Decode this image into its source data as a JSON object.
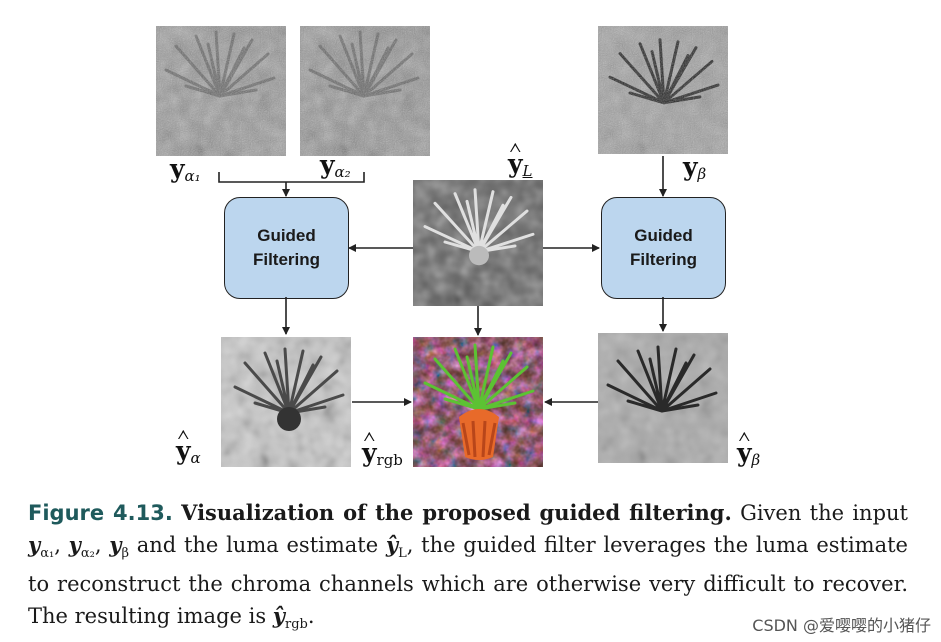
{
  "labels": {
    "y_alpha1": {
      "base": "y",
      "sub": "α₁"
    },
    "y_alpha2": {
      "base": "y",
      "sub": "α₂"
    },
    "y_L": {
      "base": "y",
      "sub": "L"
    },
    "y_beta": {
      "base": "y",
      "sub": "β"
    },
    "yhat_alpha": {
      "base": "y",
      "sub": "α"
    },
    "yhat_rgb": {
      "base": "y",
      "sub": "rgb"
    },
    "yhat_beta": {
      "base": "y",
      "sub": "β"
    }
  },
  "nodes": {
    "guided_left": {
      "line1": "Guided",
      "line2": "Filtering"
    },
    "guided_right": {
      "line1": "Guided",
      "line2": "Filtering"
    }
  },
  "caption": {
    "fig_label": "Figure 4.13.",
    "title": "Visualization of the proposed guided filtering.",
    "body_1": "Given the input",
    "var_a1": "y",
    "sub_a1": "α₁",
    "var_a2": "y",
    "sub_a2": "α₂",
    "var_b": "y",
    "sub_b": "β",
    "body_2": "and the luma estimate",
    "var_L": "ŷ",
    "sub_L": "L",
    "body_3": ", the guided filter leverages the luma estimate to reconstruct the chroma channels which are otherwise very difficult to recover. The resulting image is",
    "var_rgb": "ŷ",
    "sub_rgb": "rgb",
    "body_4": "."
  },
  "watermark": "CSDN @爱嘤嘤的小猪仔",
  "colors": {
    "box_fill": "#bcd6ee",
    "figure_label": "#1f5a5c",
    "arrow": "#222222"
  },
  "icons": {
    "noisy_flower_images": "noisy-grayscale-flower-image",
    "luma_image": "grayscale-flower-image",
    "rgb_image": "color-flower-image"
  }
}
